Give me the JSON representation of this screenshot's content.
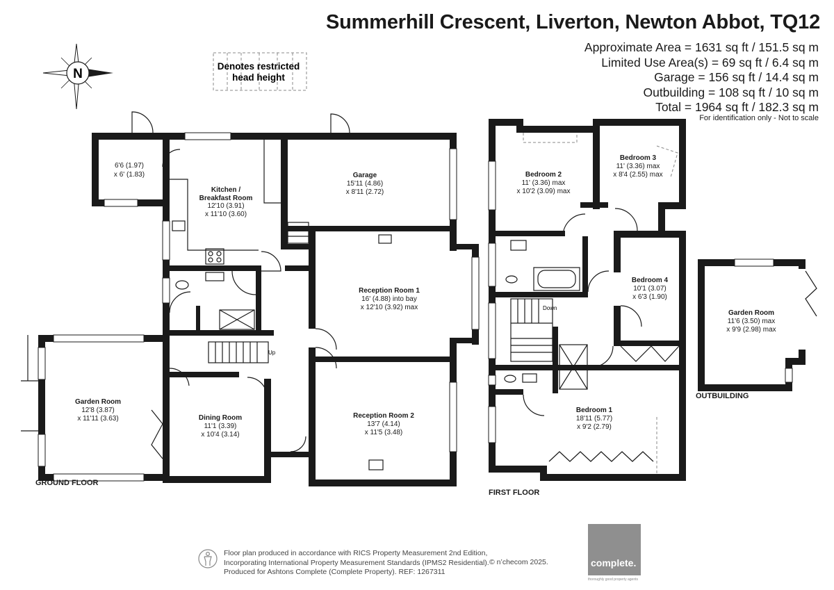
{
  "header": {
    "title": "Summerhill Crescent, Liverton, Newton Abbot, TQ12",
    "areas": [
      "Approximate Area = 1631 sq ft / 151.5 sq m",
      "Limited Use Area(s) = 69 sq ft / 6.4 sq m",
      "Garage = 156 sq ft / 14.4 sq m",
      "Outbuilding = 108 sq ft / 10 sq m",
      "Total = 1964 sq ft / 182.3 sq m"
    ],
    "identification": "For identification only - Not to scale"
  },
  "compass": {
    "letter": "N"
  },
  "legend": {
    "line1": "Denotes restricted",
    "line2": "head height"
  },
  "floors": {
    "ground": "GROUND FLOOR",
    "first": "FIRST FLOOR",
    "outbuilding": "OUTBUILDING"
  },
  "rooms": {
    "store": {
      "d1": "6'6 (1.97)",
      "d2": "x 6' (1.83)"
    },
    "kitchen": {
      "name1": "Kitchen /",
      "name2": "Breakfast Room",
      "d1": "12'10 (3.91)",
      "d2": "x 11'10 (3.60)"
    },
    "garage": {
      "name": "Garage",
      "d1": "15'11 (4.86)",
      "d2": "x 8'11 (2.72)"
    },
    "reception1": {
      "name": "Reception Room 1",
      "d1": "16' (4.88) into bay",
      "d2": "x 12'10 (3.92) max"
    },
    "reception2": {
      "name": "Reception Room 2",
      "d1": "13'7 (4.14)",
      "d2": "x 11'5 (3.48)"
    },
    "gardenroom": {
      "name": "Garden Room",
      "d1": "12'8 (3.87)",
      "d2": "x 11'11 (3.63)"
    },
    "dining": {
      "name": "Dining Room",
      "d1": "11'1 (3.39)",
      "d2": "x 10'4 (3.14)"
    },
    "bedroom2": {
      "name": "Bedroom 2",
      "d1": "11' (3.36) max",
      "d2": "x 10'2 (3.09) max"
    },
    "bedroom3": {
      "name": "Bedroom 3",
      "d1": "11' (3.36) max",
      "d2": "x 8'4 (2.55) max"
    },
    "bedroom4": {
      "name": "Bedroom 4",
      "d1": "10'1 (3.07)",
      "d2": "x 6'3 (1.90)"
    },
    "bedroom1": {
      "name": "Bedroom 1",
      "d1": "18'11 (5.77)",
      "d2": "x 9'2 (2.79)"
    },
    "outbuilding": {
      "name": "Garden Room",
      "d1": "11'6 (3.50) max",
      "d2": "x 9'9 (2.98) max"
    }
  },
  "stairs": {
    "up": "Up",
    "down": "Down"
  },
  "footer": {
    "line1": "Floor plan produced in accordance with RICS Property Measurement 2nd Edition,",
    "line2": "Incorporating International Property Measurement Standards (IPMS2 Residential).",
    "line3": "Produced for Ashtons Complete (Complete Property).   REF:  1267311",
    "copyright": "© n’checom 2025.",
    "logo": "complete.",
    "logo_tagline": "thoroughly good property agents"
  },
  "colors": {
    "wall": "#1a1a1a",
    "logo_bg": "#8f8f8f"
  }
}
